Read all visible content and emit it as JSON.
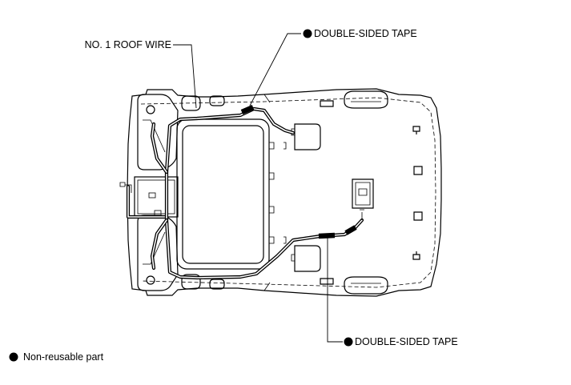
{
  "labels": {
    "roof_wire": "NO. 1 ROOF WIRE",
    "tape_top": "DOUBLE-SIDED TAPE",
    "tape_bottom": "DOUBLE-SIDED TAPE"
  },
  "legend": {
    "text": "Non-reusable part"
  },
  "colors": {
    "ink": "#000000",
    "background": "#ffffff"
  },
  "icons": {
    "non_reusable_marker": "filled-circle"
  }
}
